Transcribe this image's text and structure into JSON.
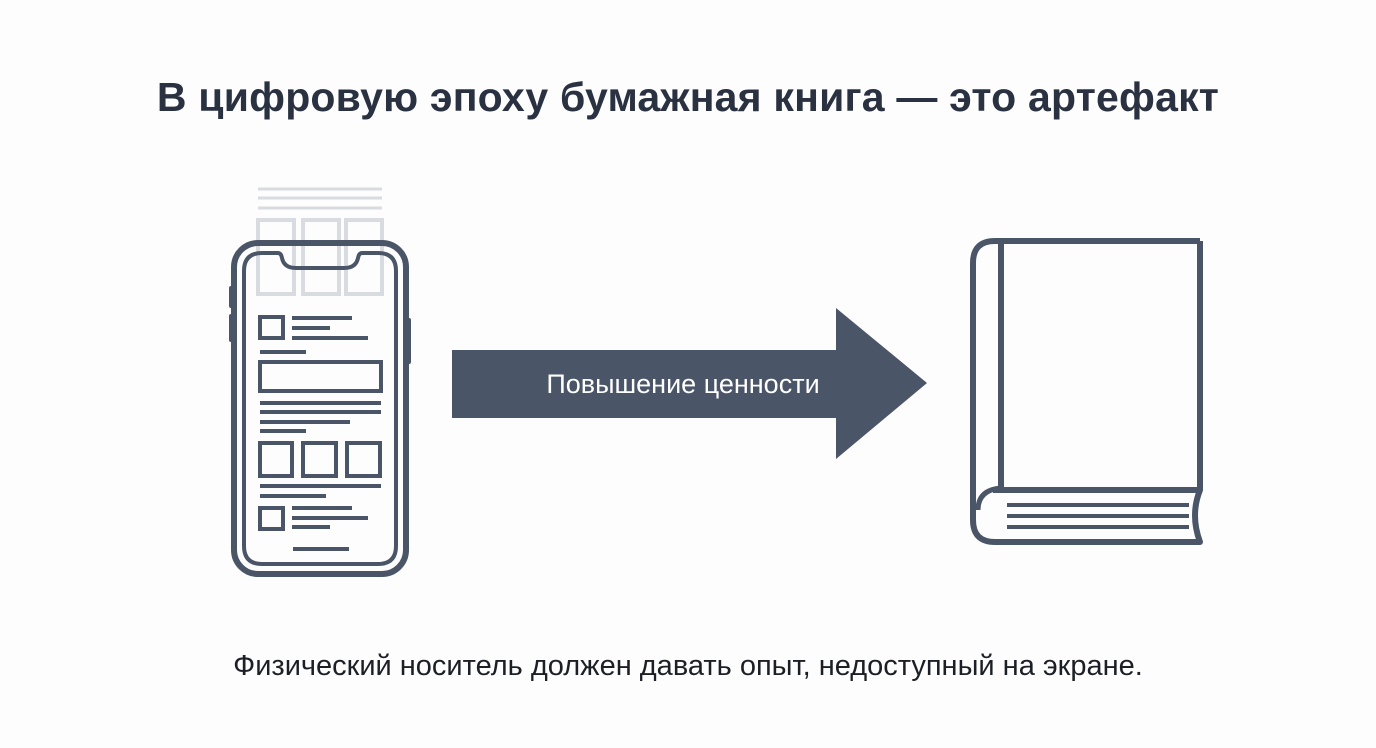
{
  "title": "В цифровую эпоху бумажная книга — это артефакт",
  "arrow": {
    "label": "Повышение ценности"
  },
  "caption": "Физический носитель должен давать опыт, недоступный на экране.",
  "colors": {
    "ink": "#4a5568",
    "title": "#2a3242",
    "caption": "#1c1f26",
    "background": "#fdfdfd",
    "ghost": "#d8dbe0"
  },
  "icons": {
    "left": "smartphone-icon",
    "right": "book-icon",
    "connector": "right-arrow-icon"
  }
}
